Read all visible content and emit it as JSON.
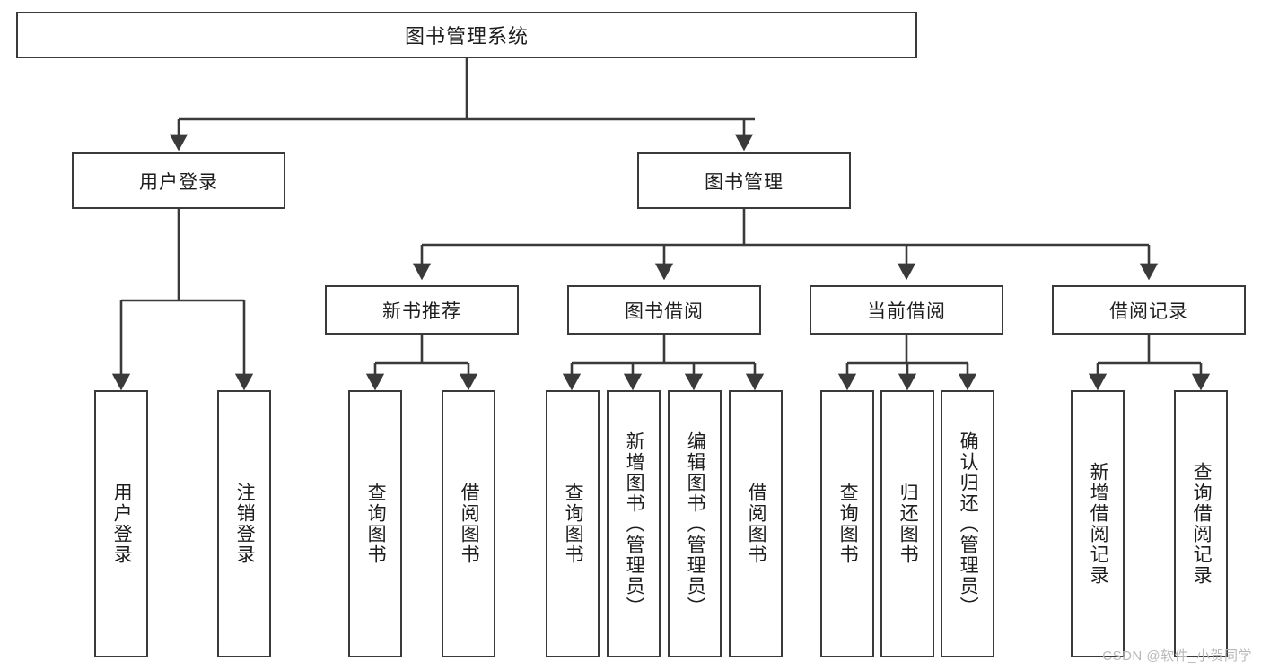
{
  "diagram": {
    "title": "图书管理系统",
    "type": "tree-hierarchy",
    "stroke_color": "#3a3a3a",
    "fill_color": "#ffffff",
    "text_color": "#1d1d1d",
    "root": {
      "label": "图书管理系统"
    },
    "level2": [
      {
        "label": "用户登录"
      },
      {
        "label": "图书管理"
      }
    ],
    "level3": [
      {
        "label": "新书推荐"
      },
      {
        "label": "图书借阅"
      },
      {
        "label": "当前借阅"
      },
      {
        "label": "借阅记录"
      }
    ],
    "leaves": {
      "user_login": [
        {
          "label": "用户登录"
        },
        {
          "label": "注销登录"
        }
      ],
      "new_book": [
        {
          "label": "查询图书"
        },
        {
          "label": "借阅图书"
        }
      ],
      "borrow": [
        {
          "label": "查询图书"
        },
        {
          "label": "新增图书（管理员）"
        },
        {
          "label": "编辑图书（管理员）"
        },
        {
          "label": "借阅图书"
        }
      ],
      "current": [
        {
          "label": "查询图书"
        },
        {
          "label": "归还图书"
        },
        {
          "label": "确认归还（管理员）"
        }
      ],
      "records": [
        {
          "label": "新增借阅记录"
        },
        {
          "label": "查询借阅记录"
        }
      ]
    }
  },
  "watermark": {
    "text": "CSDN @软件_小贺同学"
  }
}
